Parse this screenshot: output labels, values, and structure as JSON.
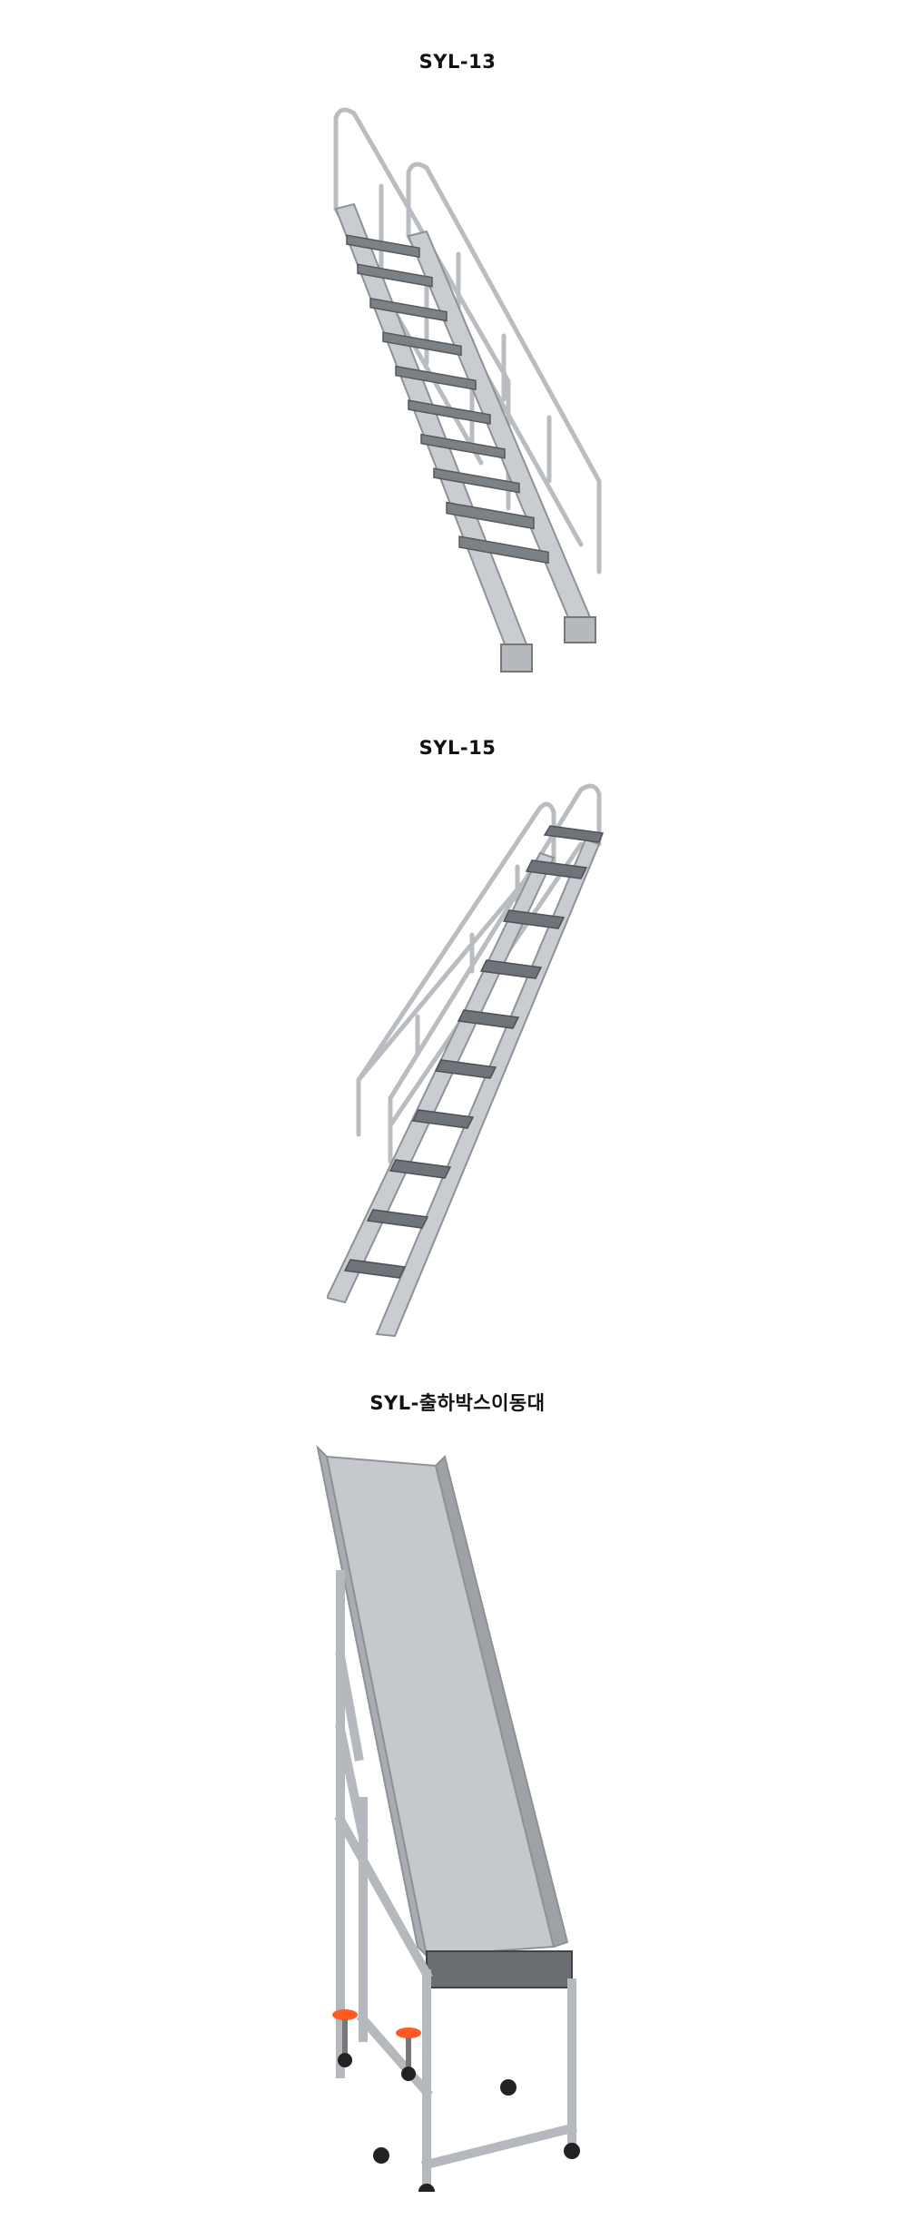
{
  "products": [
    {
      "title": "SYL-13",
      "image": "aluminum-stair-13"
    },
    {
      "title": "SYL-15",
      "image": "aluminum-stair-15"
    },
    {
      "title": "SYL-출하박스이동대",
      "image": "aluminum-box-chute"
    }
  ],
  "colors": {
    "aluminum": "#c9ccd0",
    "aluminum_dark": "#8e9297",
    "step": "#6f747a",
    "chute": "#b8bcc0",
    "foot_pad": "#ff5a1f",
    "foot": "#222222"
  }
}
